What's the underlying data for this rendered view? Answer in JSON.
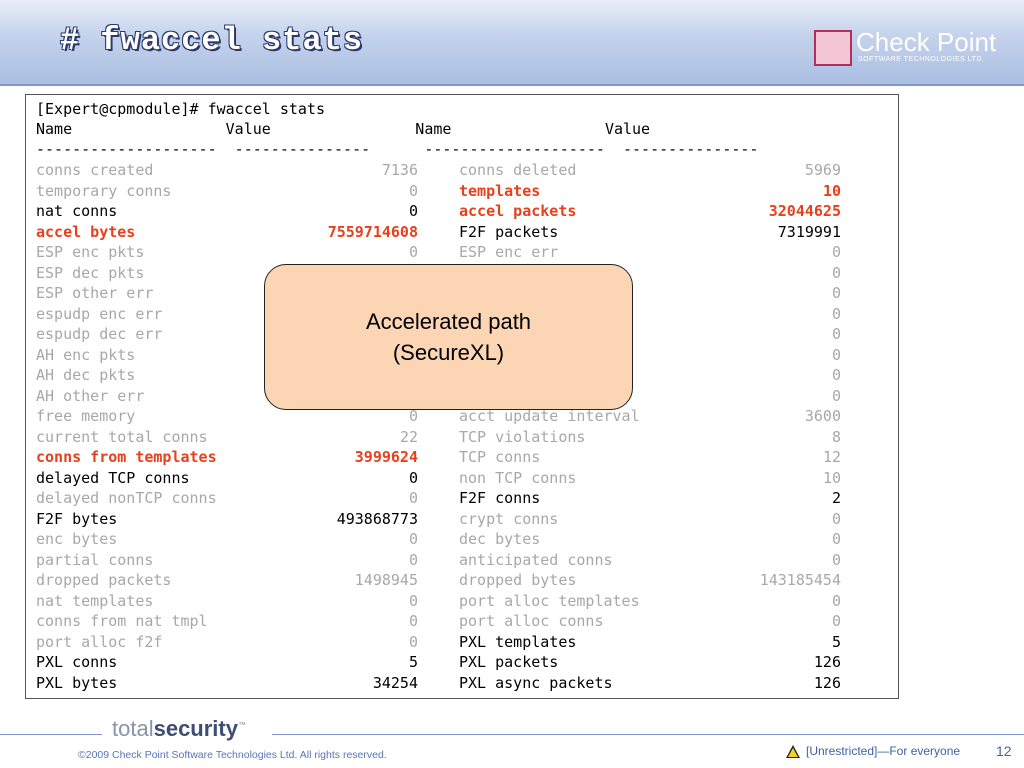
{
  "slide": {
    "title": "# fwaccel stats",
    "logo_name": "Check Point",
    "logo_sub": "SOFTWARE TECHNOLOGIES LTD.",
    "callout_line1": "Accelerated path",
    "callout_line2": "(SecureXL)",
    "footer": {
      "brand_light": "total",
      "brand_bold": "security",
      "brand_tm": "™",
      "copyright": "©2009 Check Point Software Technologies Ltd. All rights reserved.",
      "classification": "[Unrestricted]—For everyone",
      "page": "12"
    }
  },
  "console": {
    "prompt": "[Expert@cpmodule]# fwaccel stats",
    "header_line": "Name                 Value                Name                 Value",
    "dash_line": "--------------------  ---------------      --------------------  ---------------",
    "rows": [
      {
        "n1": "conns created",
        "v1": "7136",
        "c1": "gray",
        "n2": "conns deleted",
        "v2": "5969",
        "c2": "gray"
      },
      {
        "n1": "temporary conns",
        "v1": "0",
        "c1": "gray",
        "n2": "templates",
        "v2": "10",
        "c2": "red"
      },
      {
        "n1": "nat conns",
        "v1": "0",
        "c1": "black",
        "n2": "accel packets",
        "v2": "32044625",
        "c2": "red"
      },
      {
        "n1": "accel bytes",
        "v1": "7559714608",
        "c1": "red",
        "n2": "F2F packets",
        "v2": "7319991",
        "c2": "black"
      },
      {
        "n1": "ESP enc pkts",
        "v1": "0",
        "c1": "gray",
        "n2": "ESP enc err",
        "v2": "0",
        "c2": "gray"
      },
      {
        "n1": "ESP dec pkts",
        "v1": "",
        "c1": "gray",
        "n2": "",
        "v2": "0",
        "c2": "gray"
      },
      {
        "n1": "ESP other err",
        "v1": "",
        "c1": "gray",
        "n2": "",
        "v2": "0",
        "c2": "gray"
      },
      {
        "n1": "espudp enc err",
        "v1": "",
        "c1": "gray",
        "n2": "",
        "v2": "0",
        "c2": "gray"
      },
      {
        "n1": "espudp dec err",
        "v1": "",
        "c1": "gray",
        "n2": "",
        "v2": "0",
        "c2": "gray"
      },
      {
        "n1": "AH enc pkts",
        "v1": "",
        "c1": "gray",
        "n2": "",
        "v2": "0",
        "c2": "gray"
      },
      {
        "n1": "AH dec pkts",
        "v1": "",
        "c1": "gray",
        "n2": "",
        "v2": "0",
        "c2": "gray"
      },
      {
        "n1": "AH other err",
        "v1": "",
        "c1": "gray",
        "n2": "",
        "v2": "0",
        "c2": "gray"
      },
      {
        "n1": "free memory",
        "v1": "0",
        "c1": "gray",
        "n2": "acct update interval",
        "v2": "3600",
        "c2": "gray"
      },
      {
        "n1": "current total conns",
        "v1": "22",
        "c1": "gray",
        "n2": "TCP violations",
        "v2": "8",
        "c2": "gray"
      },
      {
        "n1": "conns from templates",
        "v1": "3999624",
        "c1": "red",
        "n2": "TCP conns",
        "v2": "12",
        "c2": "gray"
      },
      {
        "n1": "delayed TCP conns",
        "v1": "0",
        "c1": "black",
        "n2": "non TCP conns",
        "v2": "10",
        "c2": "gray"
      },
      {
        "n1": "delayed nonTCP conns",
        "v1": "0",
        "c1": "gray",
        "n2": "F2F conns",
        "v2": "2",
        "c2": "black"
      },
      {
        "n1": "F2F bytes",
        "v1": "493868773",
        "c1": "black",
        "n2": "crypt conns",
        "v2": "0",
        "c2": "gray"
      },
      {
        "n1": "enc bytes",
        "v1": "0",
        "c1": "gray",
        "n2": "dec bytes",
        "v2": "0",
        "c2": "gray"
      },
      {
        "n1": "partial conns",
        "v1": "0",
        "c1": "gray",
        "n2": "anticipated conns",
        "v2": "0",
        "c2": "gray"
      },
      {
        "n1": "dropped packets",
        "v1": "1498945",
        "c1": "gray",
        "n2": "dropped bytes",
        "v2": "143185454",
        "c2": "gray"
      },
      {
        "n1": "nat templates",
        "v1": "0",
        "c1": "gray",
        "n2": "port alloc templates",
        "v2": "0",
        "c2": "gray"
      },
      {
        "n1": "conns from nat tmpl",
        "v1": "0",
        "c1": "gray",
        "n2": "port alloc conns",
        "v2": "0",
        "c2": "gray"
      },
      {
        "n1": "port alloc f2f",
        "v1": "0",
        "c1": "gray",
        "n2": "PXL templates",
        "v2": "5",
        "c2": "black"
      },
      {
        "n1": "PXL conns",
        "v1": "5",
        "c1": "black",
        "n2": "PXL packets",
        "v2": "126",
        "c2": "black"
      },
      {
        "n1": "PXL bytes",
        "v1": "34254",
        "c1": "black",
        "n2": "PXL async packets",
        "v2": "126",
        "c2": "black"
      }
    ]
  },
  "colors": {
    "accent_red": "#e8401c",
    "muted_gray": "#a8a8a8",
    "callout_fill": "#fcd5b5",
    "header_blue": "#a9bde2"
  }
}
